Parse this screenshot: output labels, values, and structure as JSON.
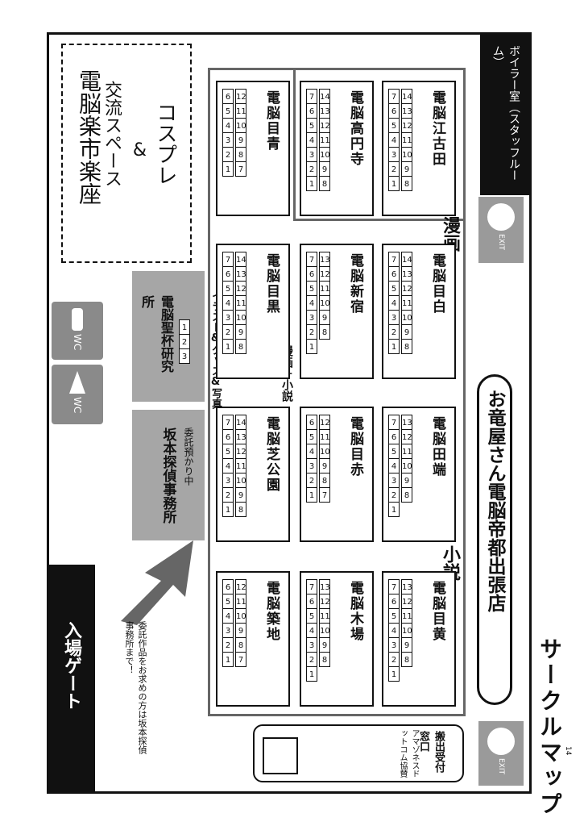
{
  "title": "サークルマップ",
  "page_number": "14",
  "shop_name": "お竜屋さん電脳帝都出張店",
  "staff_room": "ボイラー室（スタッフルーム）",
  "entrance": "入場ゲート",
  "cosplay": {
    "line1": "コスプレ",
    "line2": "&",
    "line3": "交流スペース"
  },
  "hall_name": "電脳楽市楽座",
  "manga_label": "漫画",
  "manga_novel_label": "漫画＋小説",
  "novel_label": "小説",
  "illust_label": "イラスト&グッズ&写真",
  "consign_label": "委託預かり中",
  "holy_grail": {
    "name": "電脳聖杯研究所",
    "nums": [
      "1",
      "2",
      "3"
    ]
  },
  "detective": "坂本探偵事務所",
  "note": "委託作品をお求めの方は坂本探偵事務所まで！",
  "carry_out": "搬出受付窓口",
  "carry_sub": "アマゾネスドットコム協賛",
  "exit_text": "EXIT",
  "wc_text": "WC",
  "blocks": [
    {
      "name": "電脳江古田"
    },
    {
      "name": "電脳高円寺"
    },
    {
      "name": "電脳目青"
    },
    {
      "name": "電脳目白"
    },
    {
      "name": "電脳新宿"
    },
    {
      "name": "電脳目黒"
    },
    {
      "name": "電脳田端"
    },
    {
      "name": "電脳目赤"
    },
    {
      "name": "電脳芝公園"
    },
    {
      "name": "電脳目黄"
    },
    {
      "name": "電脳木場"
    },
    {
      "name": "電脳築地"
    }
  ]
}
